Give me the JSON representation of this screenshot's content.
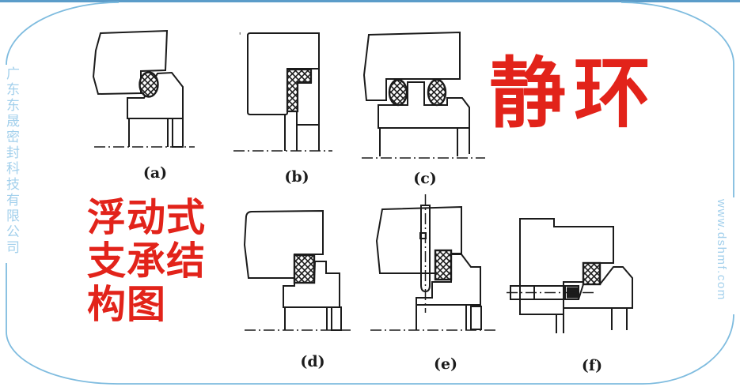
{
  "frame": {
    "company_name_vertical": "广东东晟密封科技有限公司",
    "website_vertical": "www.dshmf.com",
    "border_color": "#7fbcdf",
    "top_band_color": "#5b9cc9",
    "side_text_color": "#a3d0ec"
  },
  "annotations": {
    "static_ring_label": "静环",
    "caption_line1": "浮动式",
    "caption_line2": "支承结",
    "caption_line3": "构图",
    "red_color": "#e2231a",
    "tick_mark": "'"
  },
  "figures": [
    {
      "id": "a",
      "label": "(a)"
    },
    {
      "id": "b",
      "label": "(b)"
    },
    {
      "id": "c",
      "label": "(c)"
    },
    {
      "id": "d",
      "label": "(d)"
    },
    {
      "id": "e",
      "label": "(e)"
    },
    {
      "id": "f",
      "label": "(f)"
    }
  ]
}
